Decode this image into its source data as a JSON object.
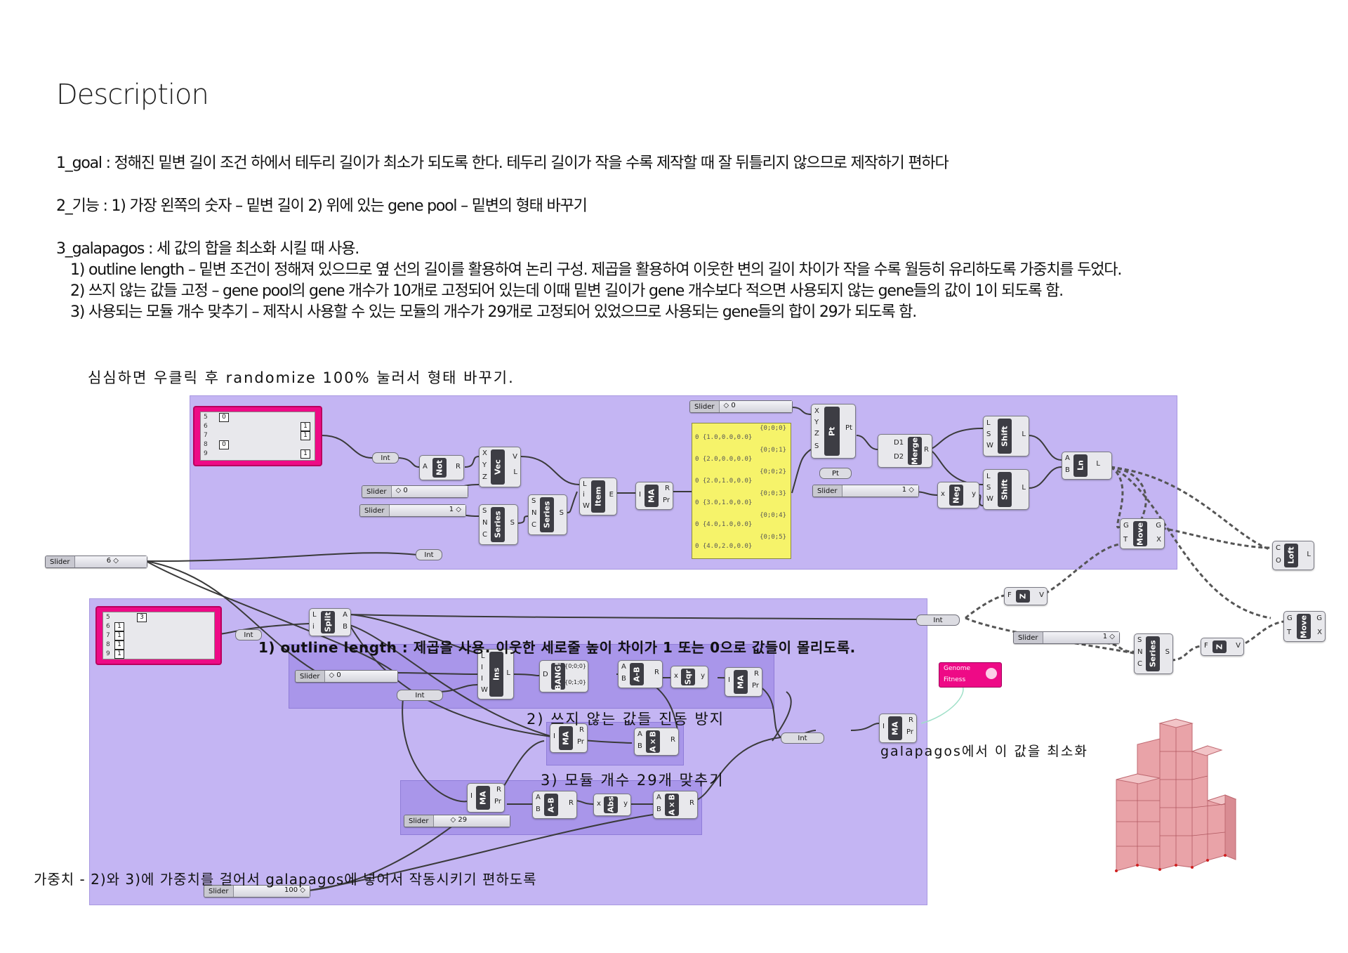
{
  "title": "Description",
  "description": {
    "goal": "1_goal : 정해진 밑변 길이 조건 하에서 테두리 길이가 최소가 되도록 한다. 테두리 길이가 작을 수록 제작할 때 잘 뒤틀리지 않으므로 제작하기 편하다",
    "function": "2_기능 : 1) 가장 왼쪽의 숫자 – 밑변 길이     2) 위에 있는 gene pool – 밑변의 형태 바꾸기",
    "galapagos": "3_galapagos : 세 값의 합을 최소화 시킬 때 사용.",
    "g1": "1) outline length – 밑변 조건이 정해져 있으므로 옆 선의 길이를 활용하여 논리 구성. 제곱을 활용하여 이웃한 변의 길이 차이가 작을 수록 월등히 유리하도록 가중치를 두었다.",
    "g2": "2) 쓰지 않는 값들 고정 – gene pool의 gene 개수가 10개로 고정되어 있는데 이때 밑변 길이가 gene 개수보다 적으면 사용되지 않는 gene들의 값이 1이 되도록 함.",
    "g3": "3) 사용되는 모듈 개수 맞추기 – 제작시 사용할 수 있는 모듈의 개수가 29개로 고정되어 있었으므로 사용되는 gene들의 합이 29가 되도록 함."
  },
  "notes": {
    "randomize": "심심하면 우클릭 후  randomize 100% 눌러서 형태 바꾸기.",
    "outline": "1) outline length : 제곱을 사용. 이웃한 세로줄 높이 차이가 1 또는 0으로 값들이 몰리도록.",
    "unused": "2) 쓰지 않는 값들 진동 방지",
    "modules": "3) 모듈 개수 29개 맞추기",
    "minimize": "galapagos에서 이 값을 최소화",
    "weight": "가중치 - 2)와 3)에 가중치를 걸어서 galapagos에 넣어서 작동시키기 편하도록"
  },
  "genepool_top": {
    "rows": [
      {
        "idx": "5",
        "val": "0",
        "side": "left"
      },
      {
        "idx": "6",
        "val": "1",
        "side": "right"
      },
      {
        "idx": "7",
        "val": "1",
        "side": "right"
      },
      {
        "idx": "8",
        "val": "0",
        "side": "left"
      },
      {
        "idx": "9",
        "val": "1",
        "side": "right"
      }
    ]
  },
  "genepool_bottom": {
    "rows": [
      {
        "idx": "5",
        "val": "3"
      },
      {
        "idx": "6",
        "val": "1"
      },
      {
        "idx": "7",
        "val": "1"
      },
      {
        "idx": "8",
        "val": "1"
      },
      {
        "idx": "9",
        "val": "1"
      }
    ]
  },
  "sliders": {
    "base_length": {
      "label": "Slider",
      "value": "6 ◇"
    },
    "top_zero": {
      "label": "Slider",
      "value": "◇ 0"
    },
    "mid_zero": {
      "label": "Slider",
      "value": "◇ 0"
    },
    "mid_one": {
      "label": "Slider",
      "value": "1 ◇"
    },
    "neg_one": {
      "label": "Slider",
      "value": "1 ◇"
    },
    "series_one": {
      "label": "Slider",
      "value": "1 ◇"
    },
    "ins_zero": {
      "label": "Slider",
      "value": "◇ 0"
    },
    "count_29": {
      "label": "Slider",
      "value": "◇ 29"
    },
    "weight_100": {
      "label": "Slider",
      "value": "100 ◇"
    }
  },
  "panel": {
    "rows": [
      {
        "hdr": "{0;0;0}",
        "val": "0  {1.0,0.0,0.0}"
      },
      {
        "hdr": "{0;0;1}",
        "val": "0  {2.0,0.0,0.0}"
      },
      {
        "hdr": "{0;0;2}",
        "val": "0  {2.0,1.0,0.0}"
      },
      {
        "hdr": "{0;0;3}",
        "val": "0  {3.0,1.0,0.0}"
      },
      {
        "hdr": "{0;0;4}",
        "val": "0  {4.0,1.0,0.0}"
      },
      {
        "hdr": "{0;0;5}",
        "val": "0  {4.0,2.0,0.0}"
      }
    ]
  },
  "components": {
    "int": "Int",
    "not": "Not",
    "vec": "Vec",
    "item": "Item",
    "ma": "MA",
    "series": "Series",
    "pt": "Pt",
    "merge": "Merge",
    "shift": "Shift",
    "neg": "Neg",
    "ln": "Ln",
    "move": "Move",
    "loft": "Loft",
    "z": "Z",
    "split": "Split",
    "ins": "Ins",
    "bang": "BANG!",
    "amb": "A-B",
    "sqr": "Sqr",
    "axb": "A×B",
    "abs": "Abs",
    "genome": "Genome",
    "fitness": "Fitness",
    "bang_a": "{0;0;0}",
    "bang_b": "{0;1;0}"
  },
  "colors": {
    "group": "#c4b5f3",
    "subgroup": "#a996ea",
    "genepool": "#ee0a86",
    "panel": "#f6f36a",
    "model": "#e39aa0"
  }
}
